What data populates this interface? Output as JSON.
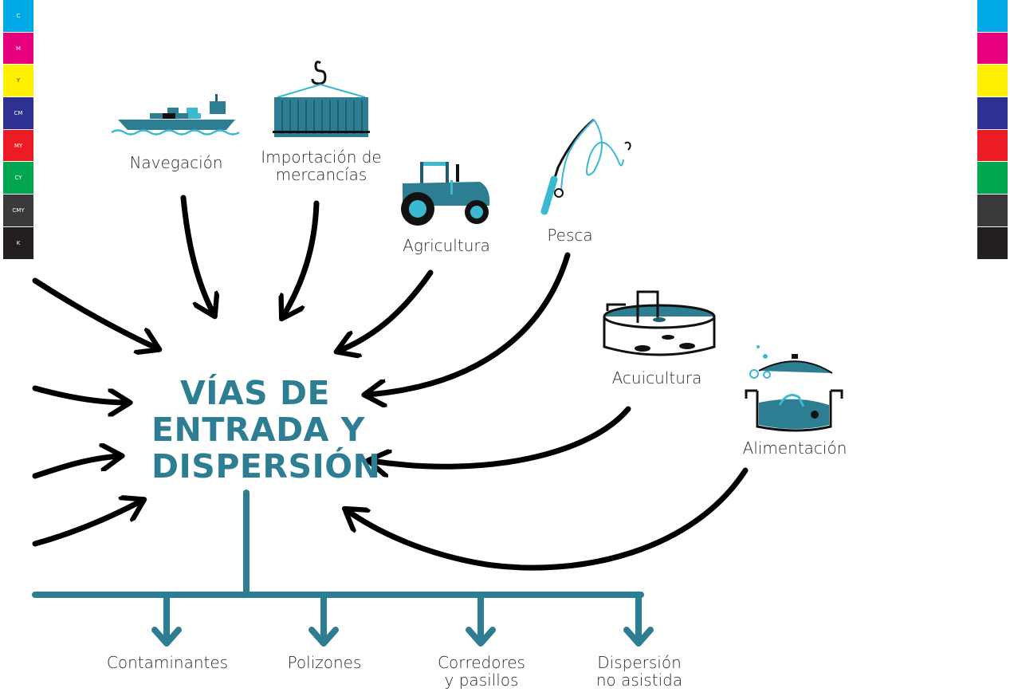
{
  "diagram": {
    "title_lines": [
      "VÍAS DE",
      "ENTRADA Y",
      "DISPERSIÓN"
    ],
    "sources": {
      "navegacion": "Navegación",
      "importacion_1": "Importación de",
      "importacion_2": "mercancías",
      "agricultura": "Agricultura",
      "pesca": "Pesca",
      "acuicultura": "Acuicultura",
      "alimentacion": "Alimentación"
    },
    "outputs": {
      "contaminantes": "Contaminantes",
      "polizones": "Polizones",
      "corredores_1": "Corredores",
      "corredores_2": "y pasillos",
      "dispersion_1": "Dispersión",
      "dispersion_2": "no asistida"
    }
  },
  "color_bar_left": [
    {
      "label": "C",
      "color": "#00a8e6"
    },
    {
      "label": "M",
      "color": "#e6007e"
    },
    {
      "label": "Y",
      "color": "#fff000"
    },
    {
      "label": "CM",
      "color": "#2e3192"
    },
    {
      "label": "MY",
      "color": "#ed1c24"
    },
    {
      "label": "CY",
      "color": "#00a650"
    },
    {
      "label": "CMY",
      "color": "#3a3a3c"
    },
    {
      "label": "K",
      "color": "#231f20"
    }
  ],
  "color_bar_right": [
    {
      "color": "#00a8e6"
    },
    {
      "color": "#e6007e"
    },
    {
      "color": "#fff000"
    },
    {
      "color": "#2e3192"
    },
    {
      "color": "#ed1c24"
    },
    {
      "color": "#00a650"
    },
    {
      "color": "#3a3a3c"
    },
    {
      "color": "#231f20"
    }
  ],
  "colors": {
    "teal": "#2d7d93",
    "dark_teal": "#1f5e70",
    "accent_cyan": "#3bb9d1",
    "arrow": "#000000"
  }
}
